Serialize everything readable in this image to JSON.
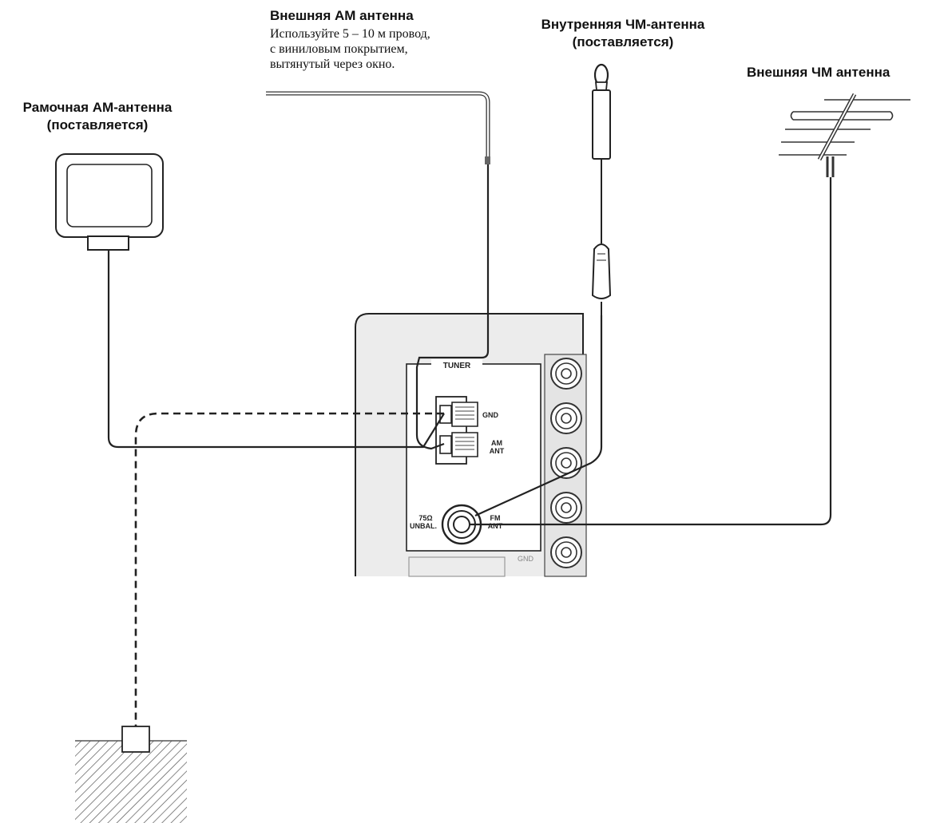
{
  "labels": {
    "loop_am": [
      "Рамочная АМ-антенна",
      "(поставляется)"
    ],
    "outdoor_am_title": "Внешняя АМ антенна",
    "outdoor_am_note": [
      "Используйте 5 – 10 м провод,",
      "с виниловым покрытием,",
      "вытянутый через окно."
    ],
    "indoor_fm": [
      "Внутренняя ЧМ-антенна",
      "(поставляется)"
    ],
    "outdoor_fm": "Внешняя ЧМ антенна"
  },
  "panel": {
    "tuner": "TUNER",
    "gnd": "GND",
    "am_ant": [
      "AM",
      "ANT"
    ],
    "ohm": [
      "75Ω",
      "UNBAL."
    ],
    "fm_ant": [
      "FM",
      "ANT"
    ],
    "gnd2": "GND"
  }
}
